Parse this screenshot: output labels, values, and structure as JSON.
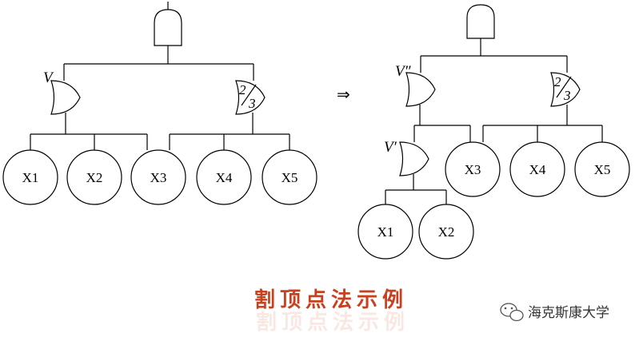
{
  "left_tree": {
    "top_gate": "and",
    "or_gate_label": "V",
    "vote_gate": {
      "k": "2",
      "n": "3"
    },
    "events": [
      "X1",
      "X2",
      "X3",
      "X4",
      "X5"
    ]
  },
  "arrow": "⇒",
  "right_tree": {
    "top_gate": "and",
    "or_gate_label": "V″",
    "sub_or_gate_label": "V′",
    "vote_gate": {
      "k": "2",
      "n": "3"
    },
    "events": [
      "X3",
      "X4",
      "X5",
      "X1",
      "X2"
    ]
  },
  "caption": "割顶点法示例",
  "watermark": {
    "icon": "wechat-icon",
    "text": "海克斯康大学"
  }
}
